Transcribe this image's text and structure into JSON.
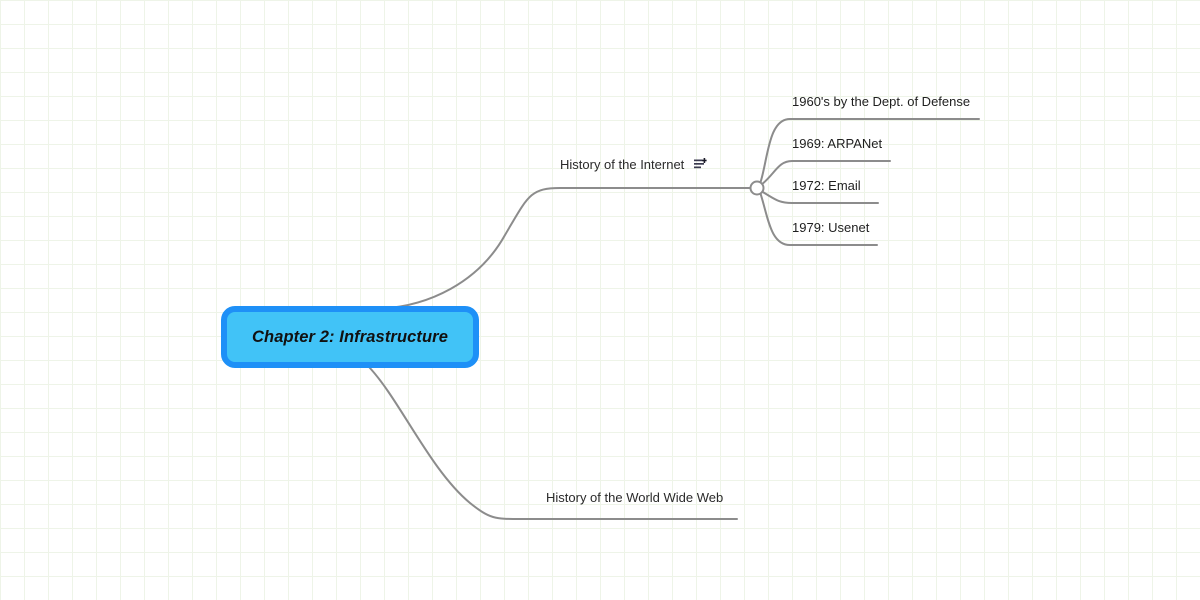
{
  "canvas": {
    "background_color": "#ffffff",
    "grid_color": "#eef4e8",
    "grid_size": 24,
    "connector_color": "#8c8c8c"
  },
  "central_node": {
    "label": "Chapter 2: Infrastructure",
    "border_color": "#1e90f7",
    "fill_color": "#41c3f7",
    "text_color": "#111111"
  },
  "branches": [
    {
      "label": "History of the Internet",
      "icon": "note-add-icon",
      "junction": "open-circle",
      "children": [
        {
          "label": "1960's by the Dept. of Defense"
        },
        {
          "label": "1969: ARPANet"
        },
        {
          "label": "1972: Email"
        },
        {
          "label": "1979: Usenet"
        }
      ]
    },
    {
      "label": "History of the World Wide Web",
      "children": []
    }
  ]
}
